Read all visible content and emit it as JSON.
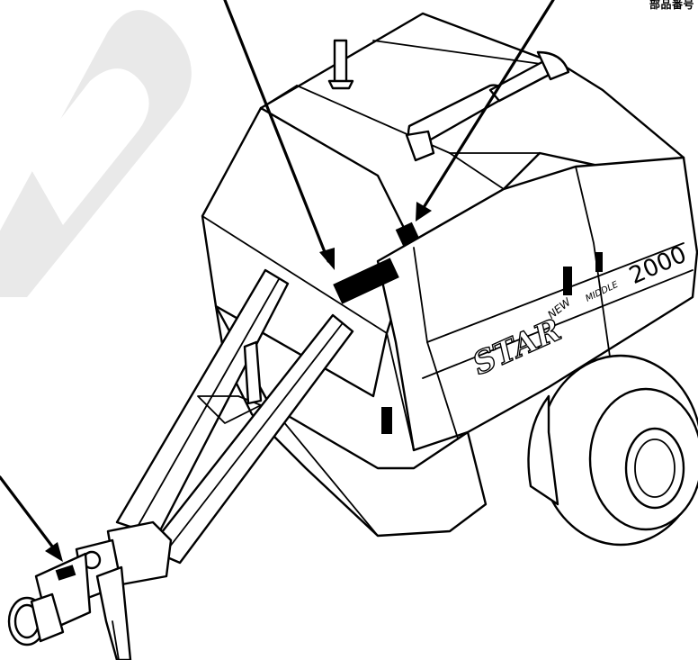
{
  "corner_label": "部品番号",
  "machine": {
    "brand": "STAR",
    "model_prefix_1": "NEW",
    "model_prefix_2": "MIDDLE",
    "model_number": "2000"
  },
  "colors": {
    "line": "#000000",
    "watermark": "#e9e9e9",
    "background": "#ffffff"
  }
}
